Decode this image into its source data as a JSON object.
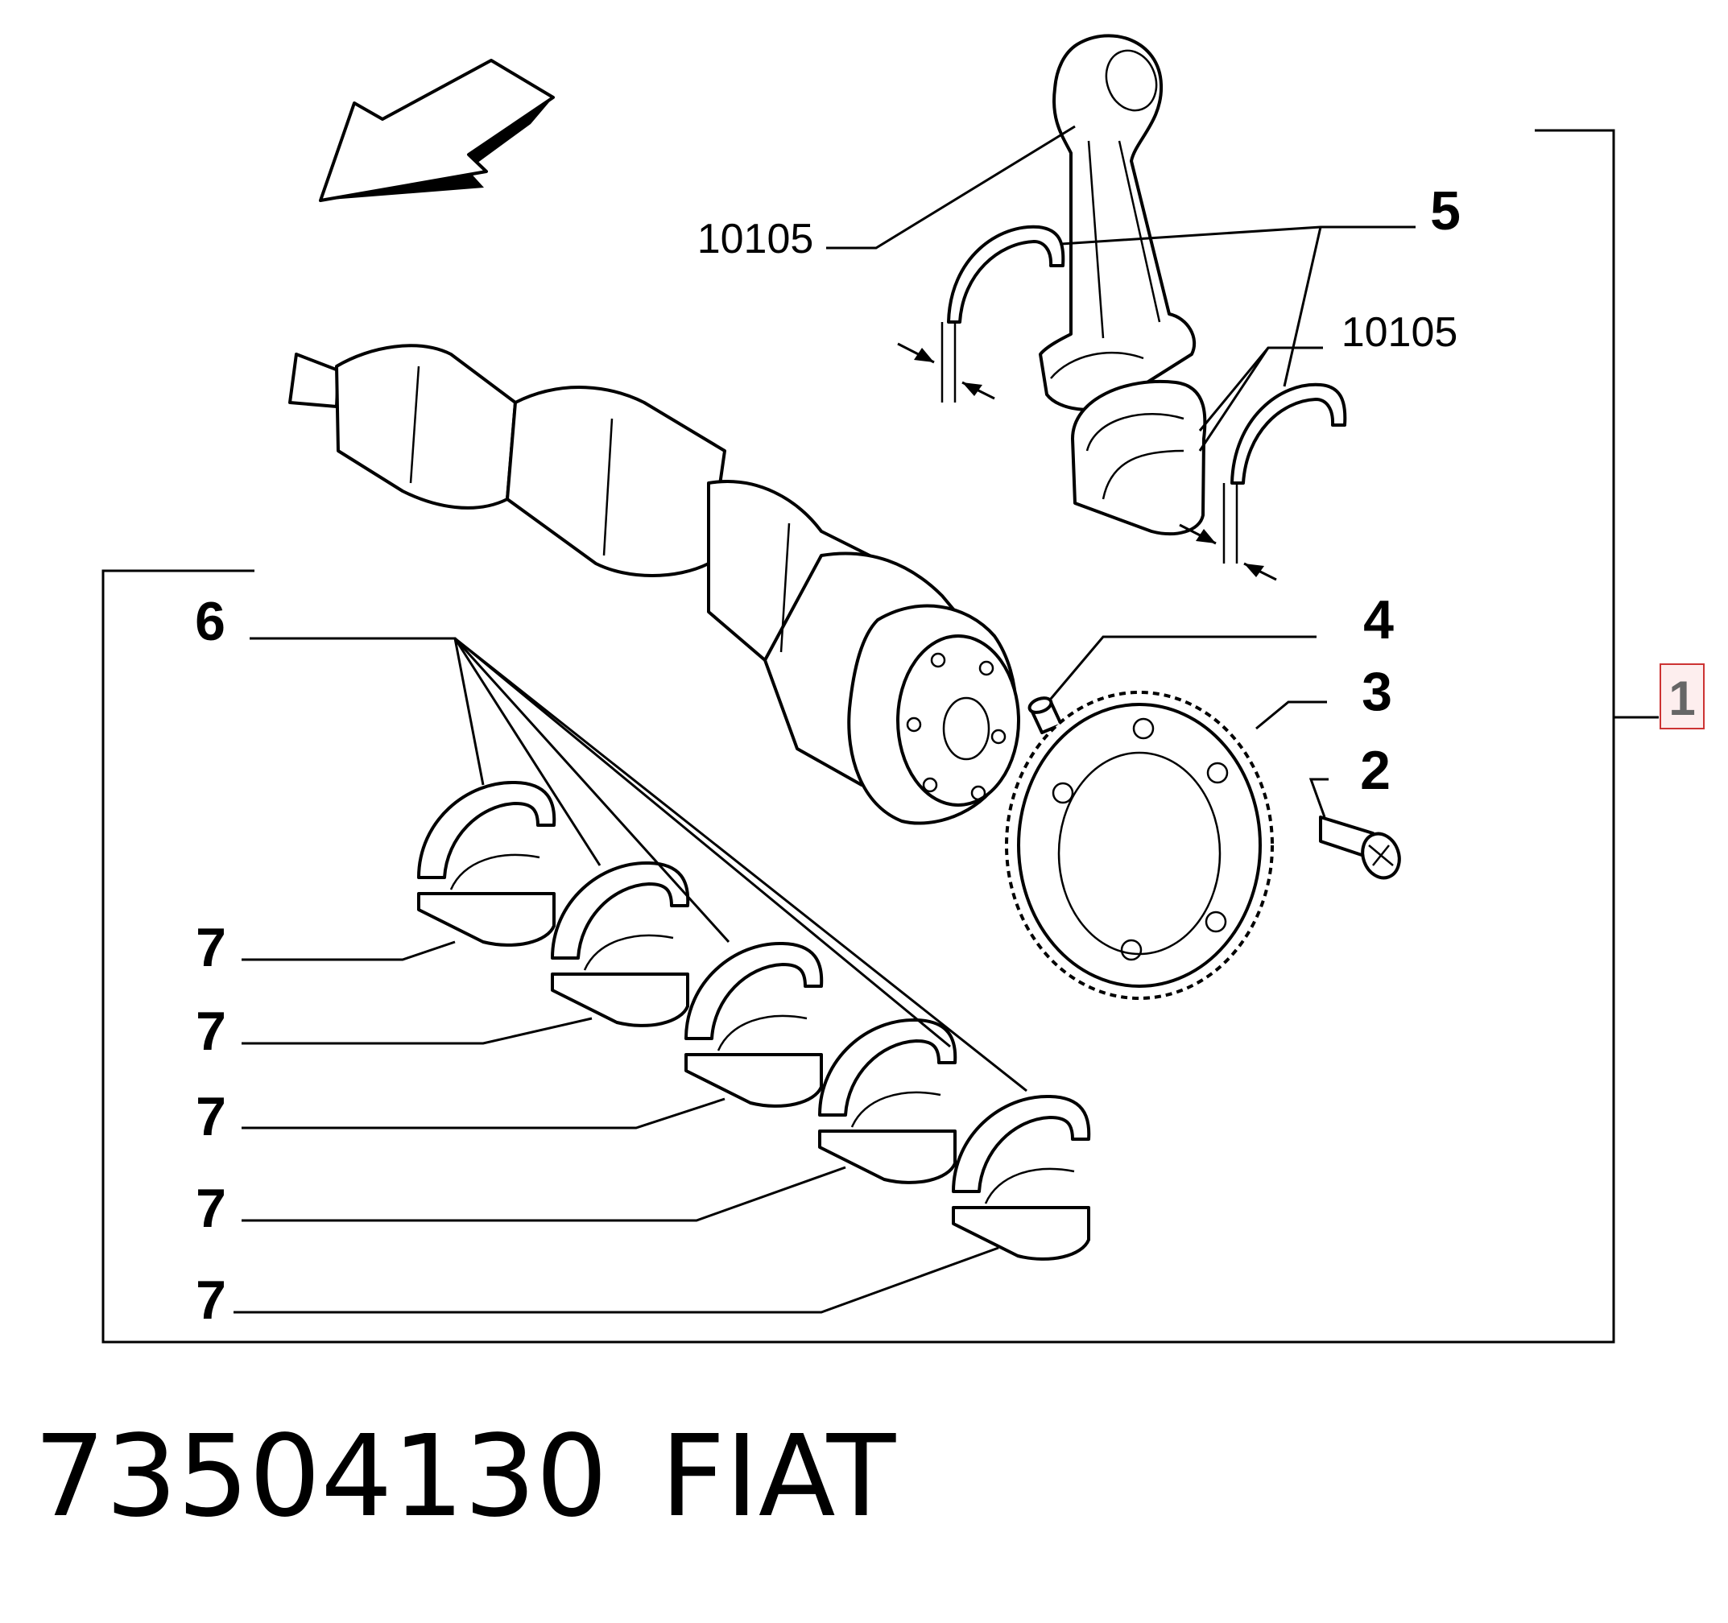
{
  "diagram": {
    "callouts": {
      "c1": "1",
      "c2": "2",
      "c3": "3",
      "c4": "4",
      "c5": "5",
      "c6": "6",
      "c7": "7"
    },
    "references": {
      "conrod": "10105",
      "upper_bearing": "10105"
    },
    "highlight_color": "#cc3333",
    "outline_color": "#000000"
  },
  "footer": {
    "part_number": "73504130",
    "brand": "FIAT"
  }
}
